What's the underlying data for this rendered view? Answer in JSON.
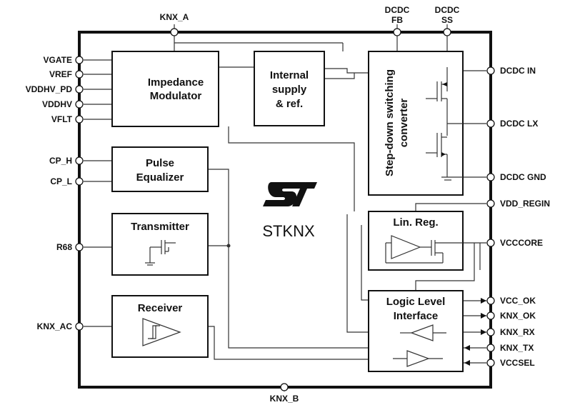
{
  "chip": {
    "title": "STKNX",
    "logo": "ST"
  },
  "pins": {
    "top_knx_a": "KNX_A",
    "dcdc_fb_1": "DCDC",
    "dcdc_fb_2": "FB",
    "dcdc_ss_1": "DCDC",
    "dcdc_ss_2": "SS",
    "vgate": "VGATE",
    "vref": "VREF",
    "vddhv_pd": "VDDHV_PD",
    "vddhv": "VDDHV",
    "vflt": "VFLT",
    "cp_h": "CP_H",
    "cp_l": "CP_L",
    "r68": "R68",
    "knx_ac": "KNX_AC",
    "bottom_knx_b": "KNX_B",
    "dcdc_in": "DCDC IN",
    "dcdc_lx": "DCDC LX",
    "dcdc_gnd": "DCDC GND",
    "vdd_regin": "VDD_REGIN",
    "vcccore": "VCCCORE",
    "vcc_ok": "VCC_OK",
    "knx_ok": "KNX_OK",
    "knx_rx": "KNX_RX",
    "knx_tx": "KNX_TX",
    "vccsel": "VCCSEL"
  },
  "blocks": {
    "impedance_1": "Impedance",
    "impedance_2": "Modulator",
    "internal_1": "Internal",
    "internal_2": "supply",
    "internal_3": "& ref.",
    "stepdown_1": "Step-down switching",
    "stepdown_2": "converter",
    "pulse_1": "Pulse",
    "pulse_2": "Equalizer",
    "transmitter": "Transmitter",
    "receiver": "Receiver",
    "linreg": "Lin. Reg.",
    "logic_1": "Logic Level",
    "logic_2": "Interface"
  }
}
